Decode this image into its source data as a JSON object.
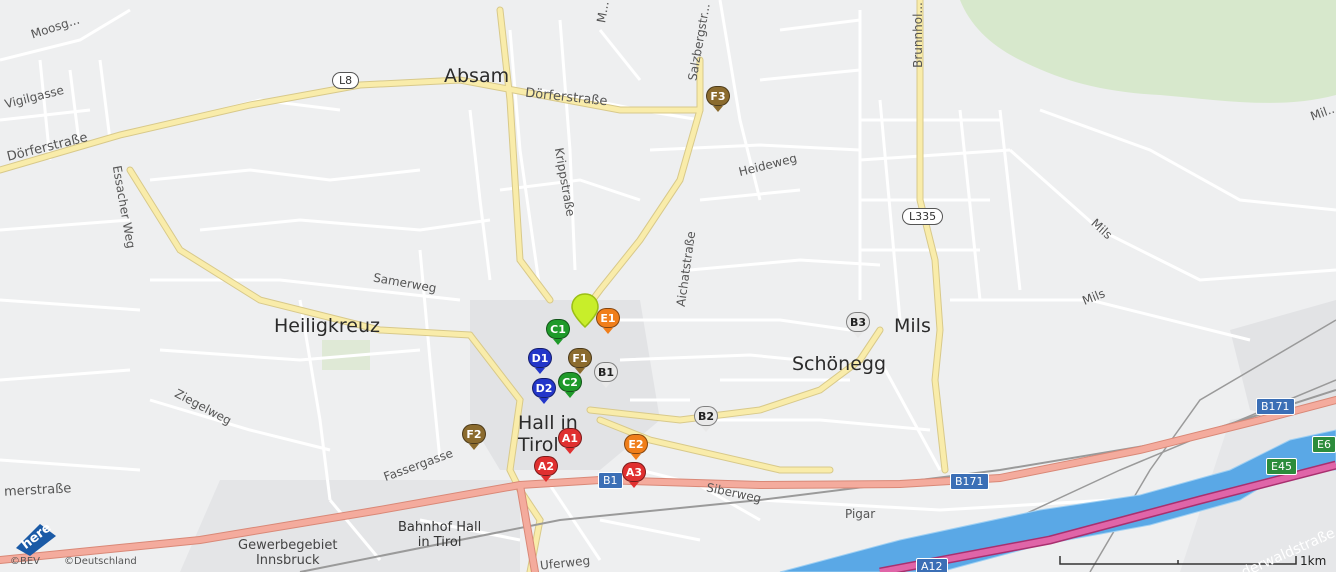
{
  "map": {
    "towns": [
      {
        "id": "absam",
        "text": "Absam"
      },
      {
        "id": "heiligkreuz",
        "text": "Heiligkreuz"
      },
      {
        "id": "mils",
        "text": "Mils"
      },
      {
        "id": "schoenegg",
        "text": "Schönegg"
      },
      {
        "id": "hall",
        "text": "Hall in\nTirol"
      }
    ],
    "places": {
      "bahnhof": "Bahnhof Hall\nin Tirol",
      "gewerbe": "Gewerbegebiet\nInnsbruck"
    },
    "streets": {
      "moosgasse": "Moosg...",
      "vigilgasse": "Vigilgasse",
      "doerferstrasse_left": "Dörferstraße",
      "doerferstrasse_top": "Dörferstraße",
      "essacher": "Essacher Weg",
      "krippstrasse": "Krippstraße",
      "salzbergstrasse": "Salzbergstr...",
      "heideweg": "Heideweg",
      "aichatstrasse": "Aichatstraße",
      "brunnhol": "Brunnhol...",
      "samerweg": "Samerweg",
      "ziegelweg": "Ziegelweg",
      "fassergasse": "Fassergasse",
      "merstrasse": "merstraße",
      "siberweg": "Siberweg",
      "pigar": "Pigar",
      "uferweg": "Uferweg",
      "mils_road1": "Mils",
      "mils_road2": "Mils",
      "mils_edge": "Mil...",
      "waldstrasse": "derwaldstraße",
      "topm": "M..."
    },
    "shields": {
      "l8": "L8",
      "l335": "L335",
      "b171_right": "B171",
      "b171_mid": "B171",
      "b171_center": "B1",
      "e45": "E45",
      "e6": "E6",
      "a12": "A12"
    },
    "markers": [
      {
        "id": "F3",
        "label": "F3",
        "color": "#8b6b2e",
        "fg": "#fff"
      },
      {
        "id": "E1",
        "label": "E1",
        "color": "#f07e1a",
        "fg": "#fff"
      },
      {
        "id": "C1",
        "label": "C1",
        "color": "#1f9a2a",
        "fg": "#fff"
      },
      {
        "id": "D1",
        "label": "D1",
        "color": "#2336c9",
        "fg": "#fff"
      },
      {
        "id": "F1",
        "label": "F1",
        "color": "#8b6b2e",
        "fg": "#fff"
      },
      {
        "id": "B1",
        "label": "B1",
        "color": "#e9e9e9",
        "fg": "#222"
      },
      {
        "id": "C2",
        "label": "C2",
        "color": "#1f9a2a",
        "fg": "#fff"
      },
      {
        "id": "D2",
        "label": "D2",
        "color": "#2336c9",
        "fg": "#fff"
      },
      {
        "id": "B3",
        "label": "B3",
        "color": "#e9e9e9",
        "fg": "#222"
      },
      {
        "id": "B2",
        "label": "B2",
        "color": "#e9e9e9",
        "fg": "#222"
      },
      {
        "id": "F2",
        "label": "F2",
        "color": "#8b6b2e",
        "fg": "#fff"
      },
      {
        "id": "A1",
        "label": "A1",
        "color": "#e03030",
        "fg": "#fff"
      },
      {
        "id": "E2",
        "label": "E2",
        "color": "#f07e1a",
        "fg": "#fff"
      },
      {
        "id": "A2",
        "label": "A2",
        "color": "#e03030",
        "fg": "#fff"
      },
      {
        "id": "A3",
        "label": "A3",
        "color": "#e03030",
        "fg": "#fff"
      }
    ],
    "current_location_color": "#c8ee2a",
    "scale_label": "1km",
    "credits": {
      "logo": "here",
      "bev": "©BEV",
      "deutschland": "©Deutschland"
    },
    "colors": {
      "background": "#eeeff0",
      "main_road": "#f7e7a0",
      "highway": "#f3a99c",
      "motorway": "#d8559a",
      "river": "#5aa8e6",
      "forest": "#d7e8cc"
    }
  }
}
